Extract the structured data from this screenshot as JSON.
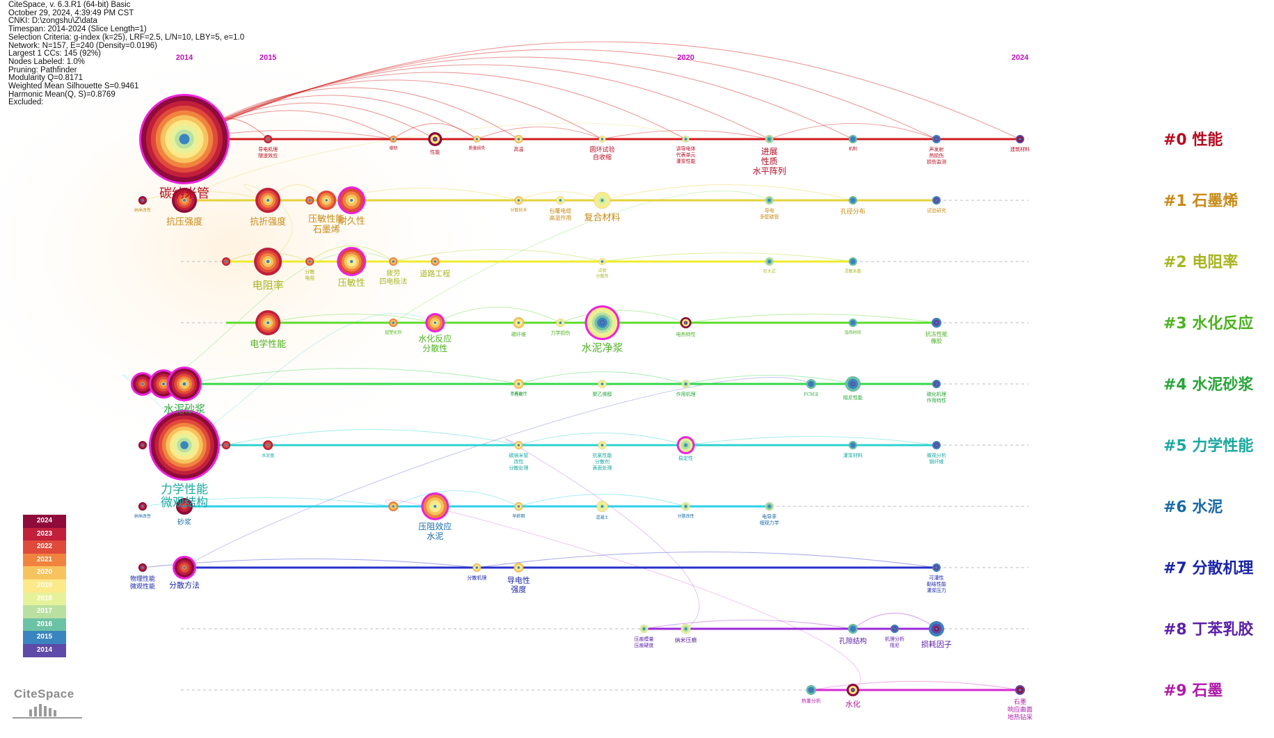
{
  "app": "CiteSpace",
  "info_lines": [
    "CiteSpace, v. 6.3.R1 (64-bit) Basic",
    "October 29, 2024, 4:39:49 PM CST",
    "CNKI: D:\\zongshu\\Z\\data",
    "Timespan: 2014-2024 (Slice Length=1)",
    "Selection Criteria: g-index (k=25), LRF=2.5, L/N=10, LBY=5, e=1.0",
    "Network: N=157, E=240 (Density=0.0196)",
    "Largest 1 CCs: 145 (92%)",
    "Nodes Labeled: 1.0%",
    "Pruning: Pathfinder",
    "Modularity Q=0.8171",
    "Weighted Mean Silhouette S=0.9461",
    "Harmonic Mean(Q, S)=0.8769",
    "Excluded:"
  ],
  "logo_text": "CiteSpace",
  "chart_data": {
    "type": "timeline",
    "year_labels": [
      "2014",
      "2015",
      "2020",
      "2024"
    ],
    "year_label_positions": [
      2014,
      2015,
      2020,
      2024
    ],
    "x_range": [
      2014,
      2024
    ],
    "legend_years": [
      {
        "year": "2024",
        "color": "#8e0b3a"
      },
      {
        "year": "2023",
        "color": "#c21f3b"
      },
      {
        "year": "2022",
        "color": "#e04a3a"
      },
      {
        "year": "2021",
        "color": "#f0843e"
      },
      {
        "year": "2020",
        "color": "#f7c35e"
      },
      {
        "year": "2019",
        "color": "#fbe98a"
      },
      {
        "year": "2018",
        "color": "#e6f29a"
      },
      {
        "year": "2017",
        "color": "#b9e0a0"
      },
      {
        "year": "2016",
        "color": "#6cc2a4"
      },
      {
        "year": "2015",
        "color": "#3a85bf"
      },
      {
        "year": "2014",
        "color": "#5e4aa8"
      }
    ],
    "clusters": [
      {
        "id": "#0",
        "name": "性能",
        "color": "#b50c22",
        "line_color": "#d11b1b",
        "start": 2014,
        "end": 2024,
        "nodes": [
          {
            "year": 2014,
            "size": 62,
            "label": "碳纳米管",
            "label_size": 18,
            "rings": 9,
            "halo": true,
            "label_pos": "below-big"
          },
          {
            "year": 2015,
            "size": 6,
            "label": "导电机理|隧道效应",
            "label_size": 7
          },
          {
            "year": 2016.5,
            "size": 5,
            "label": "增韧",
            "label_size": 6
          },
          {
            "year": 2017,
            "size": 10,
            "label": "性能",
            "label_size": 7,
            "dark": true
          },
          {
            "year": 2017.5,
            "size": 5,
            "label": "质量损失",
            "label_size": 6
          },
          {
            "year": 2018,
            "size": 6,
            "label": "高温",
            "label_size": 7
          },
          {
            "year": 2019,
            "size": 5,
            "label": "圆环试验|自收缩",
            "label_size": 9
          },
          {
            "year": 2020,
            "size": 5,
            "label": "讲导电体|代表单元|灌浆性能",
            "label_size": 7
          },
          {
            "year": 2021,
            "size": 6,
            "label": "进展|性质|水平阵列",
            "label_size": 12
          },
          {
            "year": 2022,
            "size": 6,
            "label": "机制",
            "label_size": 6
          },
          {
            "year": 2023,
            "size": 6,
            "label": "声发射|热损伤|损伤监测",
            "label_size": 7
          },
          {
            "year": 2024,
            "size": 6,
            "label": "建筑材料",
            "label_size": 7
          }
        ]
      },
      {
        "id": "#1",
        "name": "石墨烯",
        "color": "#c88a16",
        "line_color": "#e4d23a",
        "start": 2014,
        "end": 2023,
        "nodes": [
          {
            "year": 2013.5,
            "size": 6,
            "label": "纳米改性",
            "label_size": 6
          },
          {
            "year": 2014,
            "size": 18,
            "label": "抗压强度",
            "label_size": 13
          },
          {
            "year": 2015,
            "size": 18,
            "label": "抗折强度",
            "label_size": 13
          },
          {
            "year": 2015.5,
            "size": 6,
            "label": "",
            "label_size": 6
          },
          {
            "year": 2015.7,
            "size": 14,
            "label": "压敏性能|石墨烯",
            "label_size": 13
          },
          {
            "year": 2016,
            "size": 17,
            "label": "耐久性",
            "label_size": 13,
            "halo": true
          },
          {
            "year": 2018,
            "size": 6,
            "label": "分散技术",
            "label_size": 6
          },
          {
            "year": 2018.5,
            "size": 6,
            "label": "包覆电缆|高温作用",
            "label_size": 8
          },
          {
            "year": 2019,
            "size": 12,
            "label": "复合材料",
            "label_size": 13
          },
          {
            "year": 2021,
            "size": 6,
            "label": "导电|多壁碳管",
            "label_size": 7
          },
          {
            "year": 2022,
            "size": 6,
            "label": "孔径分布",
            "label_size": 9
          },
          {
            "year": 2023,
            "size": 6,
            "label": "试验研究",
            "label_size": 7
          }
        ]
      },
      {
        "id": "#2",
        "name": "电阻率",
        "color": "#a8b520",
        "line_color": "#eded2a",
        "start": 2014.5,
        "end": 2022,
        "nodes": [
          {
            "year": 2014.5,
            "size": 6,
            "label": "",
            "label_size": 6
          },
          {
            "year": 2015,
            "size": 20,
            "label": "电阻率",
            "label_size": 15
          },
          {
            "year": 2015.5,
            "size": 6,
            "label": "分散|电阻",
            "label_size": 7
          },
          {
            "year": 2016,
            "size": 18,
            "label": "压敏性",
            "label_size": 13,
            "halo": true
          },
          {
            "year": 2016.5,
            "size": 6,
            "label": "疲劳|四电极法",
            "label_size": 10
          },
          {
            "year": 2017,
            "size": 6,
            "label": "道路工程",
            "label_size": 11
          },
          {
            "year": 2019,
            "size": 5,
            "label": "试验|分散剂",
            "label_size": 6
          },
          {
            "year": 2021,
            "size": 6,
            "label": "巨大式",
            "label_size": 6
          },
          {
            "year": 2022,
            "size": 6,
            "label": "灵敏系数",
            "label_size": 6
          }
        ]
      },
      {
        "id": "#3",
        "name": "水化反应",
        "color": "#4cb220",
        "line_color": "#5edb2a",
        "start": 2014.5,
        "end": 2023,
        "nodes": [
          {
            "year": 2015,
            "size": 18,
            "label": "电学性能",
            "label_size": 13
          },
          {
            "year": 2016.5,
            "size": 6,
            "label": "超塑化剂",
            "label_size": 6
          },
          {
            "year": 2017,
            "size": 11,
            "label": "水化反应|分散性",
            "label_size": 12,
            "halo": true
          },
          {
            "year": 2018,
            "size": 8,
            "label": "碳纤维",
            "label_size": 7
          },
          {
            "year": 2018.5,
            "size": 6,
            "label": "力学损伤",
            "label_size": 7
          },
          {
            "year": 2019,
            "size": 22,
            "label": "水泥净浆",
            "label_size": 15,
            "halo": true
          },
          {
            "year": 2020,
            "size": 8,
            "label": "电热特性",
            "label_size": 7,
            "dark": true
          },
          {
            "year": 2022,
            "size": 6,
            "label": "加热时间",
            "label_size": 6
          },
          {
            "year": 2023,
            "size": 7,
            "label": "抗冻性能|橡胶",
            "label_size": 8
          }
        ]
      },
      {
        "id": "#4",
        "name": "水泥砂浆",
        "color": "#2aa53a",
        "line_color": "#34d84a",
        "start": 2014,
        "end": 2023,
        "nodes": [
          {
            "year": 2013.5,
            "size": 14,
            "label": "",
            "label_size": 6,
            "halo": true
          },
          {
            "year": 2013.75,
            "size": 18,
            "label": "",
            "label_size": 6,
            "halo": true
          },
          {
            "year": 2014,
            "size": 22,
            "label": "水泥砂浆",
            "label_size": 15,
            "halo": true
          },
          {
            "year": 2018,
            "size": 6,
            "label": "基质改性",
            "label_size": 6
          },
          {
            "year": 2018,
            "size": 7,
            "label": "性能",
            "label_size": 6
          },
          {
            "year": 2019,
            "size": 6,
            "label": "聚乙烯醇",
            "label_size": 7
          },
          {
            "year": 2020,
            "size": 6,
            "label": "作用机理",
            "label_size": 7
          },
          {
            "year": 2021.5,
            "size": 7,
            "label": "FCM法",
            "label_size": 6
          },
          {
            "year": 2022,
            "size": 11,
            "label": "阻尼性能",
            "label_size": 7
          },
          {
            "year": 2023,
            "size": 6,
            "label": "碳化机理|作用特性",
            "label_size": 7
          }
        ]
      },
      {
        "id": "#5",
        "name": "力学性能",
        "color": "#1aa8a0",
        "line_color": "#2ed2d2",
        "start": 2014,
        "end": 2023,
        "nodes": [
          {
            "year": 2013.5,
            "size": 6,
            "label": "",
            "label_size": 6
          },
          {
            "year": 2014,
            "size": 48,
            "label": "力学性能|微观结构",
            "label_size": 17,
            "rings": 9,
            "halo": true
          },
          {
            "year": 2014.5,
            "size": 6,
            "label": "",
            "label_size": 6
          },
          {
            "year": 2015,
            "size": 7,
            "label": "水泥基",
            "label_size": 6
          },
          {
            "year": 2018,
            "size": 6,
            "label": "碳纳米管|改性|分散处理",
            "label_size": 7
          },
          {
            "year": 2019,
            "size": 6,
            "label": "抗氯性能|分散剂|表面处理",
            "label_size": 7
          },
          {
            "year": 2020,
            "size": 10,
            "label": "稳定性",
            "label_size": 7,
            "halo": true
          },
          {
            "year": 2022,
            "size": 6,
            "label": "灌浆材料",
            "label_size": 7
          },
          {
            "year": 2023,
            "size": 6,
            "label": "微观分析|钢纤维",
            "label_size": 7
          }
        ]
      },
      {
        "id": "#6",
        "name": "水泥",
        "color": "#1a6aa8",
        "line_color": "#2bd0e8",
        "start": 2014,
        "end": 2021,
        "nodes": [
          {
            "year": 2013.5,
            "size": 6,
            "label": "纳米改性",
            "label_size": 6
          },
          {
            "year": 2014,
            "size": 12,
            "label": "砂浆",
            "label_size": 10
          },
          {
            "year": 2016.5,
            "size": 7,
            "label": "",
            "label_size": 6
          },
          {
            "year": 2017,
            "size": 17,
            "label": "压阻效应|水泥",
            "label_size": 12,
            "halo": true
          },
          {
            "year": 2018,
            "size": 6,
            "label": "早龄期",
            "label_size": 6
          },
          {
            "year": 2019,
            "size": 8,
            "label": "混凝土",
            "label_size": 6
          },
          {
            "year": 2020,
            "size": 6,
            "label": "分散改性",
            "label_size": 6
          },
          {
            "year": 2021,
            "size": 6,
            "label": "电导率|细观力学",
            "label_size": 7
          }
        ]
      },
      {
        "id": "#7",
        "name": "分散机理",
        "color": "#1a24a8",
        "line_color": "#2630c8",
        "start": 2014,
        "end": 2023,
        "nodes": [
          {
            "year": 2013.5,
            "size": 6,
            "label": "物理性能|微观性能",
            "label_size": 9
          },
          {
            "year": 2014,
            "size": 14,
            "label": "分散方法",
            "label_size": 11,
            "halo": true
          },
          {
            "year": 2017.5,
            "size": 6,
            "label": "分散机理",
            "label_size": 7
          },
          {
            "year": 2018,
            "size": 7,
            "label": "导电性|强度",
            "label_size": 11
          },
          {
            "year": 2023,
            "size": 6,
            "label": "可灌性|黏结性能|灌浆压力",
            "label_size": 7
          }
        ]
      },
      {
        "id": "#8",
        "name": "丁苯乳胶",
        "color": "#5a20a8",
        "line_color": "#9a2ad8",
        "start": 2019.5,
        "end": 2023,
        "nodes": [
          {
            "year": 2019.5,
            "size": 6,
            "label": "压痕模量|压痕硬度",
            "label_size": 7
          },
          {
            "year": 2020,
            "size": 7,
            "label": "纳米压痕",
            "label_size": 8
          },
          {
            "year": 2022,
            "size": 7,
            "label": "孔隙结构",
            "label_size": 10
          },
          {
            "year": 2022.5,
            "size": 6,
            "label": "机理分析|阻尼",
            "label_size": 7
          },
          {
            "year": 2023,
            "size": 11,
            "label": "损耗因子",
            "label_size": 11
          }
        ]
      },
      {
        "id": "#9",
        "name": "石墨",
        "color": "#b01aa8",
        "line_color": "#d42ad0",
        "start": 2021.5,
        "end": 2024,
        "nodes": [
          {
            "year": 2021.5,
            "size": 7,
            "label": "热重分析",
            "label_size": 7
          },
          {
            "year": 2022,
            "size": 9,
            "label": "水化",
            "label_size": 11,
            "dark": true
          },
          {
            "year": 2024,
            "size": 7,
            "label": "石墨|响应曲面|地热钻采",
            "label_size": 9
          }
        ]
      }
    ]
  }
}
